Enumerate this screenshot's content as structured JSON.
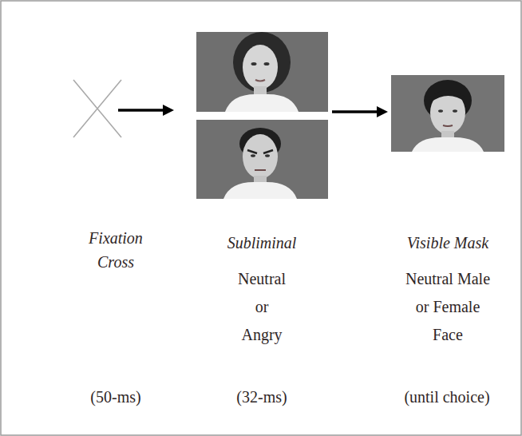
{
  "diagram": {
    "labels": [
      "Fixation Cross",
      "Subliminal",
      "Neutral or Angry",
      "Visible Mask",
      "Neutral Male or Female Face",
      "(50-ms)",
      "(32-ms)",
      "(until choice)"
    ]
  }
}
